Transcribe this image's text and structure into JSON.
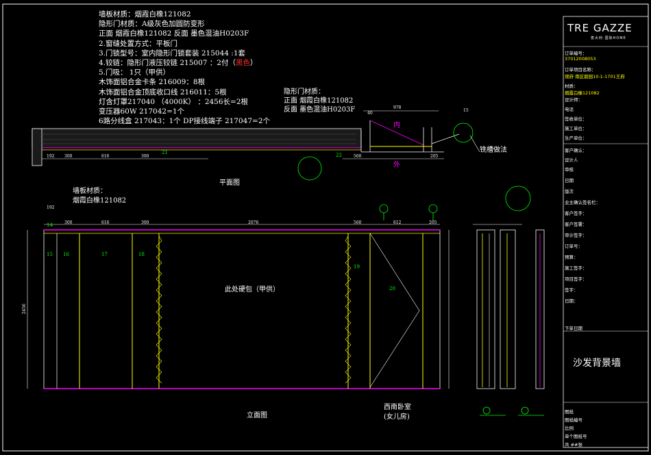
{
  "notes": {
    "lines": [
      "墙板材质：烟霞白橡121082",
      "隐形门材质：A级灰色加圆防变形",
      "正面 烟霞白橡121082    反面 墨色混油H0203F",
      "2.窗缝处置方式：平板门",
      "3.门锁型号：室内隐形门锁套装 215044 :1套",
      "4.铰链：隐形门液压铰链 215007 ：2付（",
      "5.门吸： 1只（甲供）",
      "木饰面铝合金卡条 216009：8根",
      "木饰面铝合金顶底收口线 216011：5根",
      "灯含灯罩217040 （4000K） ：2456长=2根",
      "变压器60W 217042=1个",
      "6路分线盒 217043：1个 DP接线端子 217047=2个"
    ],
    "red_note": "黑色",
    "red_note_close": "）"
  },
  "door_material_notes": [
    "隐形门材质：",
    "正面  烟霞白橡121082",
    "反面  墨色混油H0203F"
  ],
  "labels": {
    "plan_view": "平面图",
    "elevation_view": "立面图",
    "wall_material_title": "墙板材质：",
    "wall_material_value": "烟霞白橡121082",
    "soft_pack": "此处硬包（甲供）",
    "west_bedroom_1": "西南卧室",
    "west_bedroom_2": "(女儿房)",
    "inner": "内",
    "outer": "外",
    "groove_detail": "铣槽做法"
  },
  "plan_dims": [
    "192",
    "300",
    "616",
    "300",
    "560",
    "978",
    "205",
    "40",
    "15"
  ],
  "elevation_dims": {
    "top": [
      "192",
      "300",
      "616",
      "300",
      "2076",
      "560",
      "612",
      "205"
    ],
    "height": "2456"
  },
  "tags": [
    "21",
    "22",
    "14",
    "15",
    "16",
    "17",
    "18",
    "19",
    "20"
  ],
  "title_block": {
    "logo": "TRE GAZZE",
    "logo_sub": "意大利·国际HOME",
    "order_no_label": "订单编号：",
    "order_no": "37012008053",
    "project_label": "订单项目名称：",
    "project": "观府·南区碧园10-1-1701王府",
    "material_label": "材质：",
    "material": "烟霞白橡121082",
    "rows": [
      "设计师：",
      "电话",
      "签收单位：",
      "施工单位：",
      "生产单位：",
      "客户确认：",
      "设计人",
      "审核",
      "日期",
      "版次",
      "业主确认签名栏：",
      "客户签字：",
      "客户签署：",
      "审计签字：",
      "订单号：",
      "预算：",
      "施工签字：",
      "项目签字：",
      "签字：",
      "日期：",
      "下单日期"
    ],
    "drawing_name": "沙发背景墙",
    "footer": [
      "图纸",
      "图纸编号",
      "比例",
      "单个图纸号",
      "共 ##张"
    ]
  },
  "colors": {
    "cad_white": "#ffffff",
    "cad_cyan": "#00ffff",
    "cad_yellow": "#ffff00",
    "cad_magenta": "#ff00ff",
    "cad_green": "#00ff00",
    "cad_red": "#ff2a2a"
  }
}
